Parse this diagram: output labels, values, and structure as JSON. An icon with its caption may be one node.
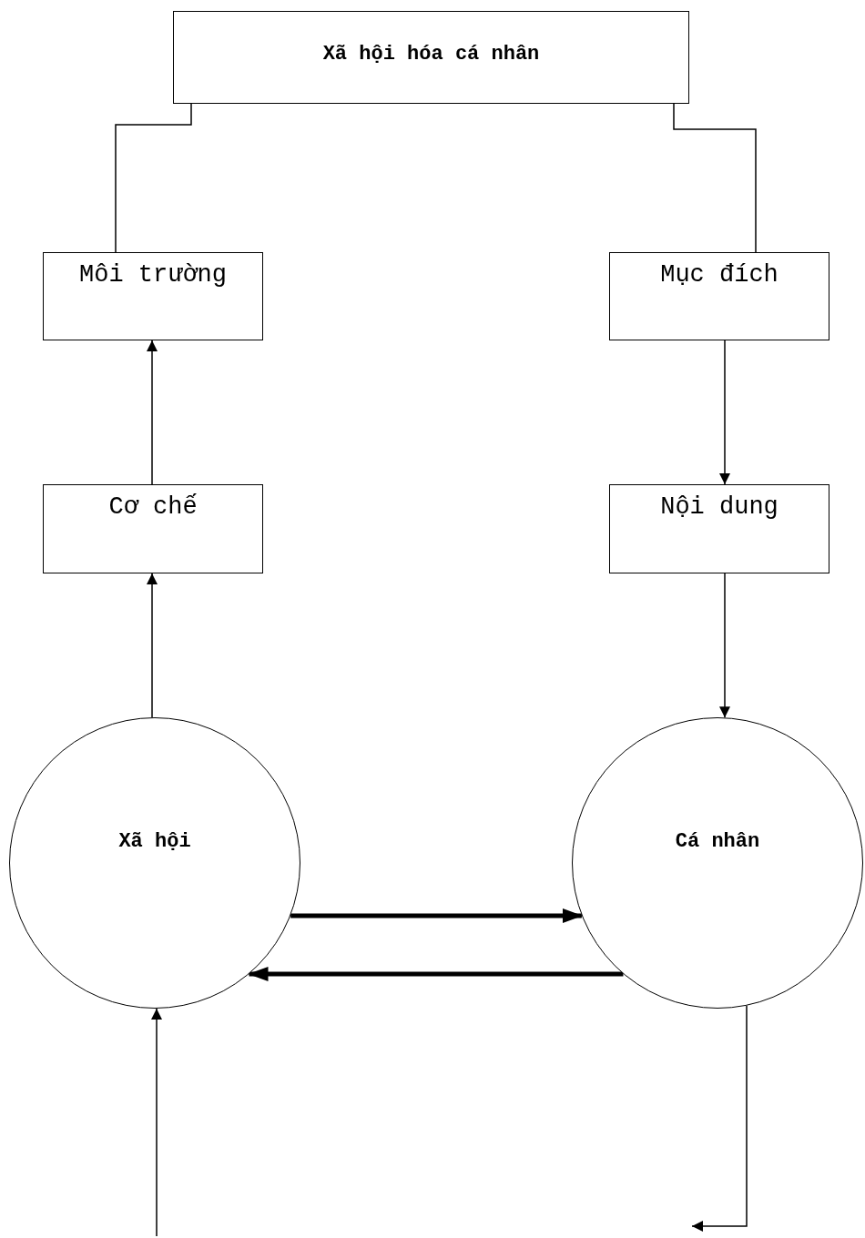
{
  "diagram": {
    "nodes": [
      {
        "text": [
          "Xã hội hóa cá nhân"
        ]
      },
      {
        "text": [
          "Môi trường"
        ]
      },
      {
        "text": [
          "Mục đích"
        ]
      },
      {
        "text": [
          "Cơ chế"
        ]
      },
      {
        "text": [
          "Nội dung"
        ]
      },
      {
        "text": [
          "Xã hội"
        ]
      },
      {
        "text": [
          "Cá nhân"
        ]
      }
    ],
    "edges": [
      {
        "from": 1,
        "to": 0,
        "arrow": "none"
      },
      {
        "from": 0,
        "to": 2,
        "arrow": "none"
      },
      {
        "from": 3,
        "to": 1,
        "arrow": "to"
      },
      {
        "from": 2,
        "to": 4,
        "arrow": "to"
      },
      {
        "from": 5,
        "to": 3,
        "arrow": "to"
      },
      {
        "from": 4,
        "to": 6,
        "arrow": "to"
      },
      {
        "from": 5,
        "to": 6,
        "arrow": "to",
        "style": "thick"
      },
      {
        "from": 6,
        "to": 5,
        "arrow": "to",
        "style": "thick"
      },
      {
        "from": 6,
        "to": null,
        "arrow": "to"
      },
      {
        "from": null,
        "to": 5,
        "arrow": "to"
      }
    ]
  }
}
